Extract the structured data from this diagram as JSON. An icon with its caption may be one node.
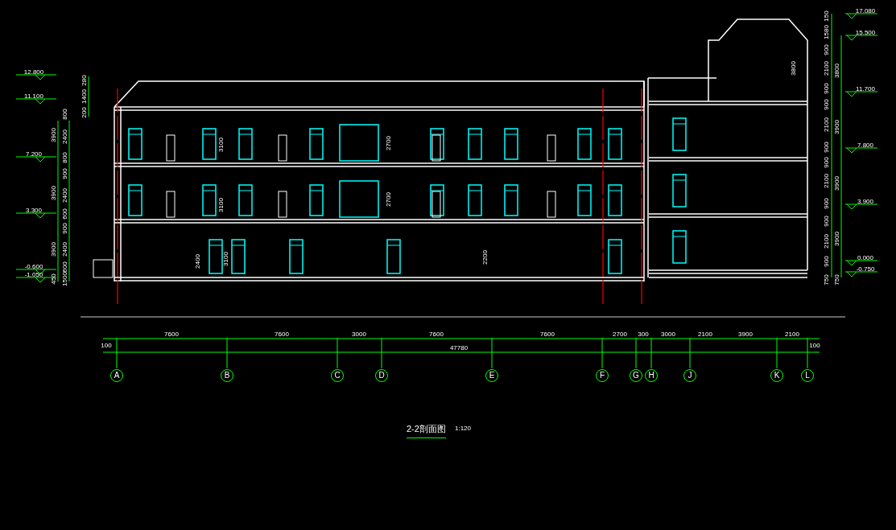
{
  "diagram": {
    "title": "2-2剖面图",
    "nodes": [
      {
        "text": [
          "A"
        ]
      },
      {
        "text": [
          "B"
        ]
      },
      {
        "text": [
          "C"
        ]
      },
      {
        "text": [
          "D"
        ]
      },
      {
        "text": [
          "E"
        ]
      },
      {
        "text": [
          "F"
        ]
      },
      {
        "text": [
          "G"
        ]
      },
      {
        "text": [
          "H"
        ]
      },
      {
        "text": [
          "J"
        ]
      },
      {
        "text": [
          "K"
        ]
      },
      {
        "text": [
          "L"
        ]
      }
    ],
    "labels": [
      "12.800",
      "11.100",
      "7.200",
      "3.300",
      "-0.600",
      "-1.050",
      "17.080",
      "15.500",
      "11.700",
      "7.800",
      "3.900",
      "0.000",
      "-0.750",
      "100",
      "7600",
      "7600",
      "3000",
      "7600",
      "7600",
      "2700",
      "300",
      "3000",
      "2100",
      "3900",
      "2100",
      "100",
      "47780",
      "3900",
      "3900",
      "3900",
      "450",
      "800",
      "2400",
      "800",
      "900",
      "2400",
      "600",
      "900",
      "2400",
      "600",
      "1500",
      "280",
      "1400",
      "200",
      "150",
      "1580",
      "900",
      "2100",
      "900",
      "900",
      "2100",
      "900",
      "900",
      "2100",
      "900",
      "900",
      "2100",
      "900",
      "750",
      "3800",
      "3900",
      "3900",
      "3900",
      "750",
      "3100",
      "2700",
      "3100",
      "2700",
      "2400",
      "3100",
      "2200",
      "3800",
      "1:120"
    ]
  }
}
